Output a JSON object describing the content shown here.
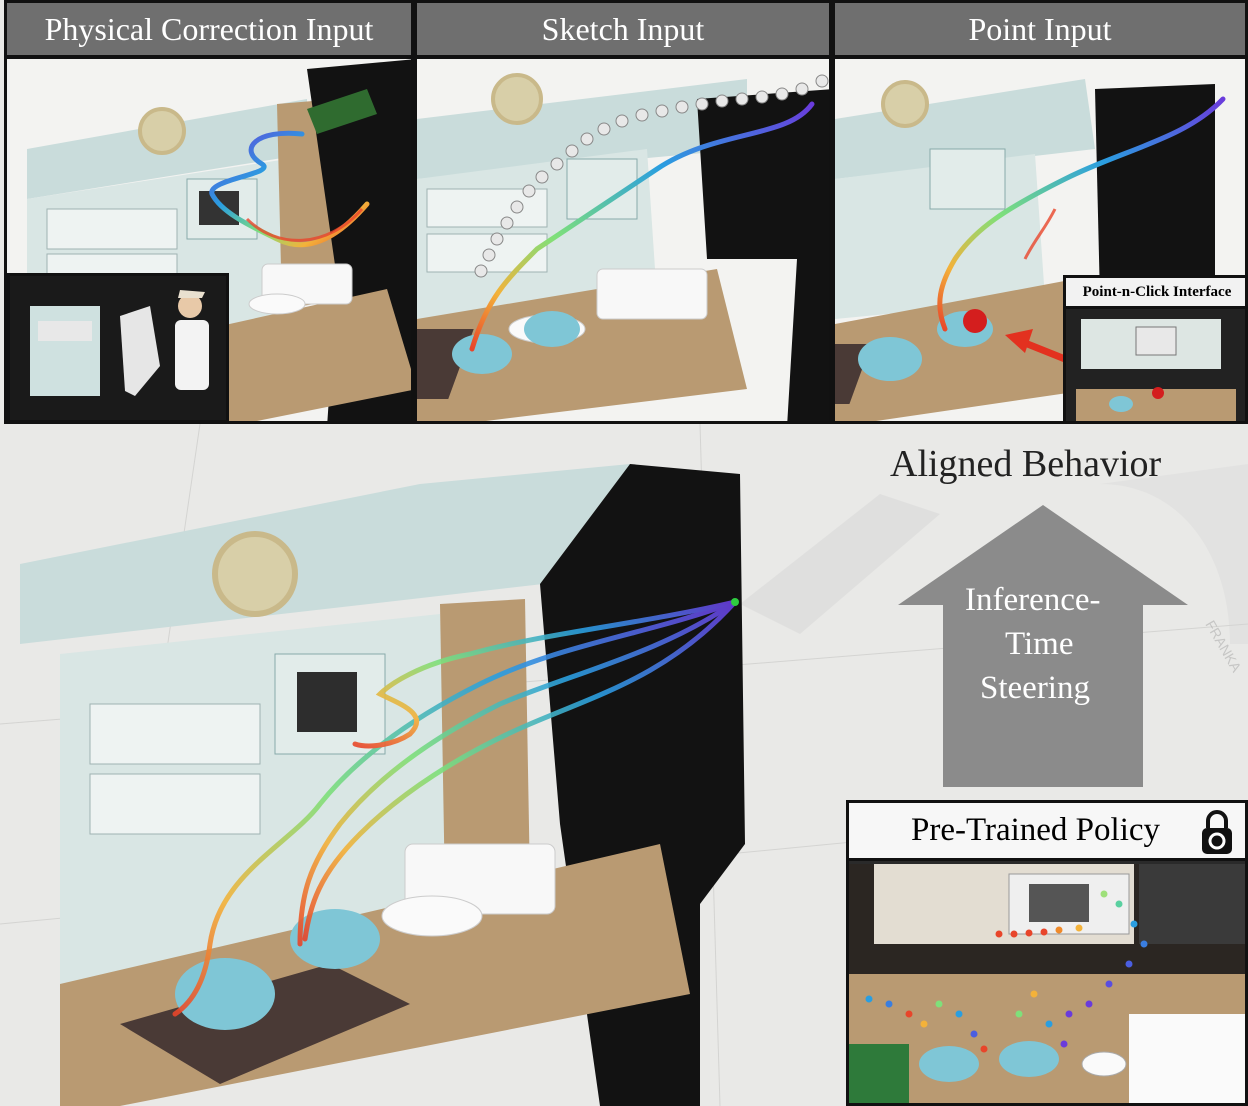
{
  "panels": {
    "physical": {
      "title": "Physical Correction Input"
    },
    "sketch": {
      "title": "Sketch Input"
    },
    "point": {
      "title": "Point Input",
      "inset_title": "Point-n-Click Interface"
    }
  },
  "center": {
    "aligned_label": "Aligned Behavior",
    "steering_label_1": "Inference-",
    "steering_label_2": "Time",
    "steering_label_3": "Steering"
  },
  "policy": {
    "title": "Pre-Trained Policy",
    "icon": "lock-icon"
  },
  "robot_brand_watermark": "FRANKA",
  "colors": {
    "header_bg": "#6f6f6f",
    "trajectory_start": "#e8452a",
    "trajectory_end": "#6a3bdc",
    "pot": "#7fc6d6",
    "cabinet": "#cfe1e0",
    "wood": "#b99a72",
    "curtain": "#121212",
    "arrow": "#8b8b8b",
    "target_dot": "#d41e1e"
  }
}
